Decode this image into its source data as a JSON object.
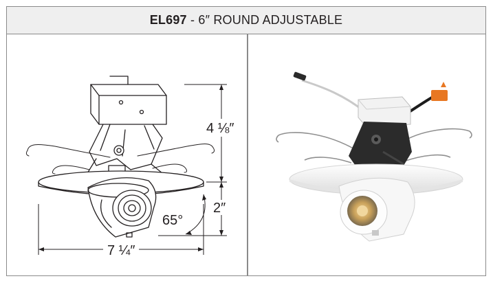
{
  "title": {
    "model": "EL697",
    "separator": " - ",
    "description": "6″ ROUND ADJUSTABLE"
  },
  "drawing": {
    "height_upper": "4 ⅛″",
    "height_lower": "2″",
    "angle": "65°",
    "width": "7 ¼″"
  },
  "colors": {
    "border": "#8a8a8a",
    "title_background": "#efefef",
    "text": "#231f20",
    "connector": "#e87722",
    "bracket": "#2b2b2b"
  }
}
